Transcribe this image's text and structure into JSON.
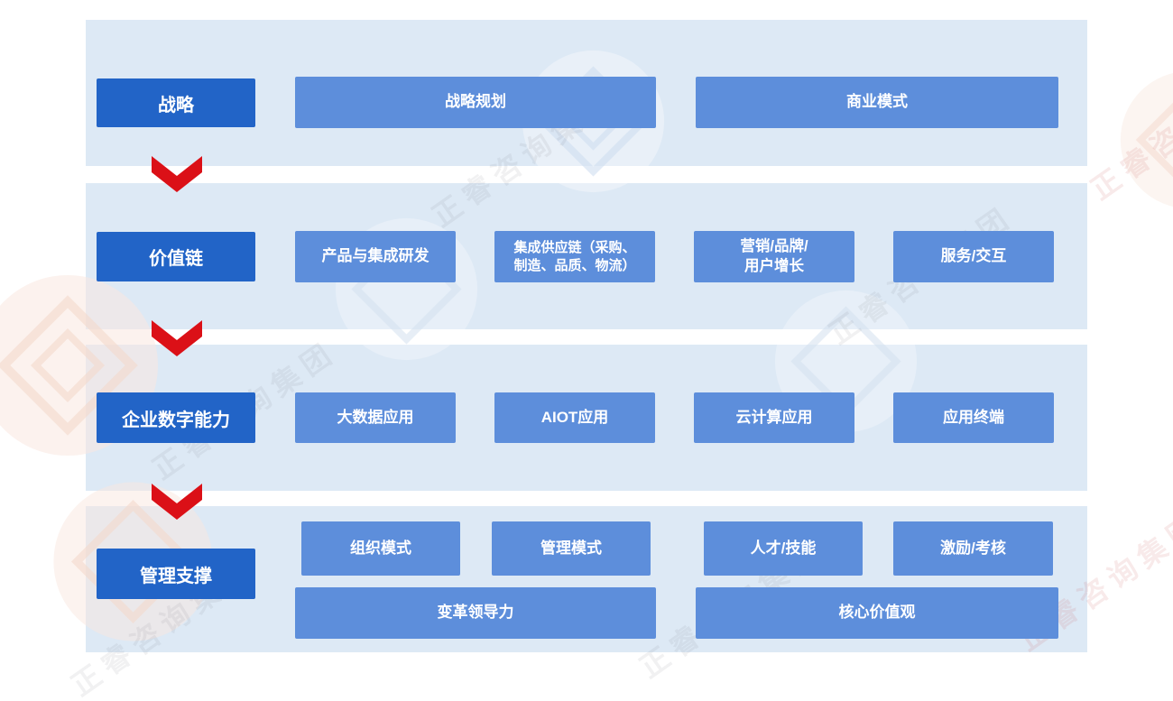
{
  "palette": {
    "band_bg": "#dde9f5",
    "header_blue": "#2264c7",
    "box_blue": "#5d8edb",
    "arrow_red": "#db1017",
    "text_white": "#ffffff"
  },
  "watermark": {
    "text": "正睿咨询集团"
  },
  "rows": [
    {
      "header": "战略",
      "boxes": [
        {
          "label": "战略规划"
        },
        {
          "label": "商业模式"
        }
      ]
    },
    {
      "header": "价值链",
      "boxes": [
        {
          "label": "产品与集成研发"
        },
        {
          "label": "集成供应链（采购、\n制造、品质、物流）"
        },
        {
          "label": "营销/品牌/\n用户增长"
        },
        {
          "label": "服务/交互"
        }
      ]
    },
    {
      "header": "企业数字能力",
      "boxes": [
        {
          "label": "大数据应用"
        },
        {
          "label": "AIOT应用"
        },
        {
          "label": "云计算应用"
        },
        {
          "label": "应用终端"
        }
      ]
    },
    {
      "header": "管理支撑",
      "boxes": [
        {
          "label": "组织模式"
        },
        {
          "label": "管理模式"
        },
        {
          "label": "人才/技能"
        },
        {
          "label": "激励/考核"
        },
        {
          "label": "变革领导力"
        },
        {
          "label": "核心价值观"
        }
      ]
    }
  ]
}
